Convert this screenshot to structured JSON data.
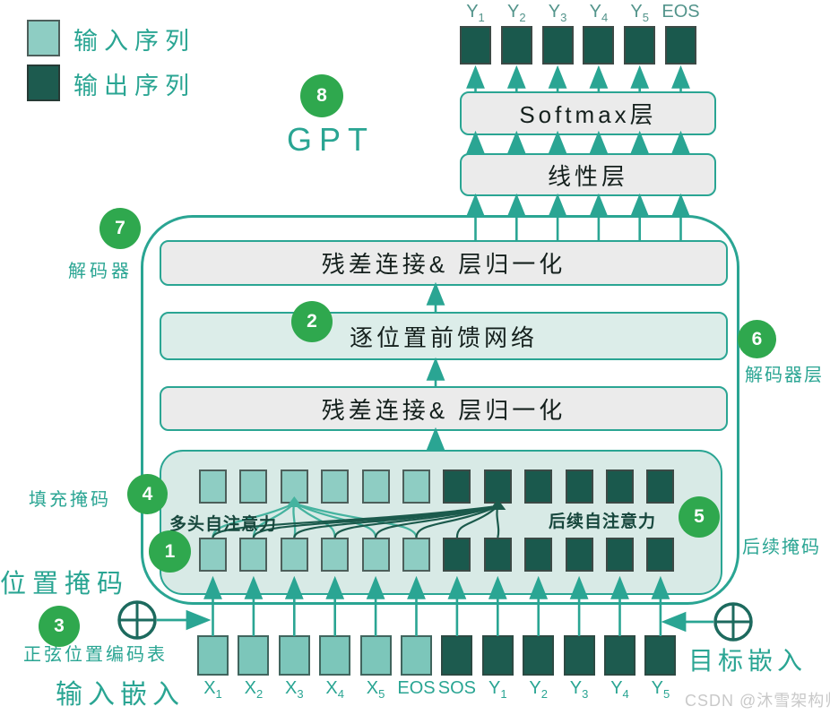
{
  "colors": {
    "teal": "#2aa593",
    "green": "#2fa84e",
    "light_square": "#8ecdc3",
    "dark_square": "#1a594d",
    "embed_light": "#7cc6ba",
    "embed_dark": "#1d5b4f",
    "panel": "#d8eae6",
    "gray_box": "#ebebeb",
    "ffn_box": "#dcede9",
    "curve_light": "#45b39f",
    "curve_dark": "#1b5a4c",
    "oplus": "#1d6a5e"
  },
  "legend": {
    "input": "输入序列",
    "output": "输出序列"
  },
  "steps": {
    "n1": "1",
    "n2": "2",
    "n3": "3",
    "n4": "4",
    "n5": "5",
    "n6": "6",
    "n7": "7",
    "n8": "8"
  },
  "gpt_label": "GPT",
  "top_tokens": [
    {
      "b": "Y",
      "s": "1"
    },
    {
      "b": "Y",
      "s": "2"
    },
    {
      "b": "Y",
      "s": "3"
    },
    {
      "b": "Y",
      "s": "4"
    },
    {
      "b": "Y",
      "s": "5"
    },
    {
      "b": "EOS",
      "s": ""
    }
  ],
  "boxes": {
    "softmax": "Softmax层",
    "linear": "线性层",
    "norm_top": "残差连接& 层归一化",
    "ffn": "逐位置前馈网络",
    "norm_bottom": "残差连接& 层归一化"
  },
  "labels": {
    "decoder": "解码器",
    "decoder_layer": "解码器层",
    "padding_mask": "填充掩码",
    "position_mask": "位置掩码",
    "subsequent_mask": "后续掩码",
    "sinusoidal_table": "正弦位置编码表",
    "input_embedding": "输入嵌入",
    "target_embedding": "目标嵌入",
    "mha": "多头自注意力",
    "masked_attn": "后续自注意力"
  },
  "bottom_tokens": [
    {
      "b": "X",
      "s": "1"
    },
    {
      "b": "X",
      "s": "2"
    },
    {
      "b": "X",
      "s": "3"
    },
    {
      "b": "X",
      "s": "4"
    },
    {
      "b": "X",
      "s": "5"
    },
    {
      "b": "EOS",
      "s": ""
    },
    {
      "b": "SOS",
      "s": ""
    },
    {
      "b": "Y",
      "s": "1"
    },
    {
      "b": "Y",
      "s": "2"
    },
    {
      "b": "Y",
      "s": "3"
    },
    {
      "b": "Y",
      "s": "4"
    },
    {
      "b": "Y",
      "s": "5"
    }
  ],
  "watermark": "CSDN @沐雪架构师"
}
